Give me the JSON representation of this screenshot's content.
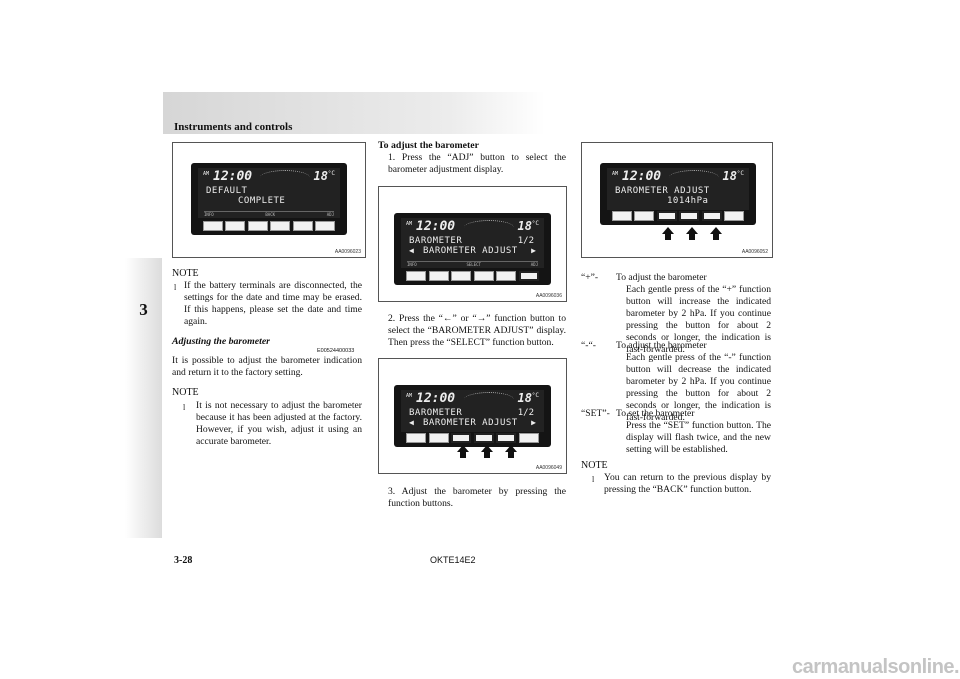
{
  "header": {
    "section_title": "Instruments and controls"
  },
  "chapter_tab": "3",
  "figures": {
    "fig1": {
      "clock": "12:00",
      "am": "AM",
      "temp": "18",
      "unit": "°C",
      "line1": "DEFAULT",
      "line2": "COMPLETE",
      "code": "AA0096023"
    },
    "fig2": {
      "clock": "12:00",
      "am": "AM",
      "temp": "18",
      "unit": "°C",
      "line1": "BAROMETER",
      "page": "1/2",
      "line2": "BAROMETER ADJUST",
      "code": "AA0096036"
    },
    "fig3": {
      "clock": "12:00",
      "am": "AM",
      "temp": "18",
      "unit": "°C",
      "line1": "BAROMETER",
      "page": "1/2",
      "line2": "BAROMETER ADJUST",
      "code": "AA0096049"
    },
    "fig4": {
      "clock": "12:00",
      "am": "AM",
      "temp": "18",
      "unit": "°C",
      "line1": "BAROMETER ADJUST",
      "line2": "1014hPa",
      "code": "AA0096052"
    },
    "fn_labels": [
      "INFO",
      "BACK",
      "SELECT",
      "ADJ"
    ],
    "arrow_left": "◀",
    "arrow_right": "▶"
  },
  "col1": {
    "note1_heading": "NOTE",
    "note1_text": "If the battery terminals are disconnected, the settings for the date and time may be erased. If this happens, please set the date and time again.",
    "section_heading": "Adjusting the barometer",
    "section_code": "E00524400033",
    "section_text": "It is possible to adjust the barometer indication and return it to the factory setting.",
    "note2_heading": "NOTE",
    "note2_text": "It is not necessary to adjust the barometer because it has been adjusted at the factory. However, if you wish, adjust it using an accurate barometer."
  },
  "col2": {
    "heading": "To adjust the barometer",
    "step1": "1. Press the “ADJ” button to select the barometer adjustment display.",
    "step2": "2. Press the “←” or “→” function button to select the “BAROMETER ADJUST” display. Then press the “SELECT” function button.",
    "step3": "3. Adjust the barometer by pressing the function buttons."
  },
  "col3": {
    "items": [
      {
        "key": "“+”-",
        "title": "To adjust the barometer",
        "text": "Each gentle press of the “+” function button will increase the indicated barometer by 2 hPa. If you continue pressing the button for about 2 seconds or longer, the indication is fast-forwarded."
      },
      {
        "key": "“-“-",
        "title": "To adjust the barometer",
        "text": "Each gentle press of the “-” function button will decrease the indicated barometer by 2 hPa. If you continue pressing the button for about 2 seconds or longer, the indication is fast-forwarded."
      },
      {
        "key": "“SET”-",
        "title": "To set the barometer",
        "text": "Press the “SET” function button. The display will flash twice, and the new setting will be established."
      }
    ],
    "note_heading": "NOTE",
    "note_text": "You can return to the previous display by pressing the “BACK” function button."
  },
  "footer": {
    "page_number": "3-28",
    "doc_code": "OKTE14E2",
    "watermark": "carmanualsonline.info"
  },
  "bullet_glyph": "l"
}
